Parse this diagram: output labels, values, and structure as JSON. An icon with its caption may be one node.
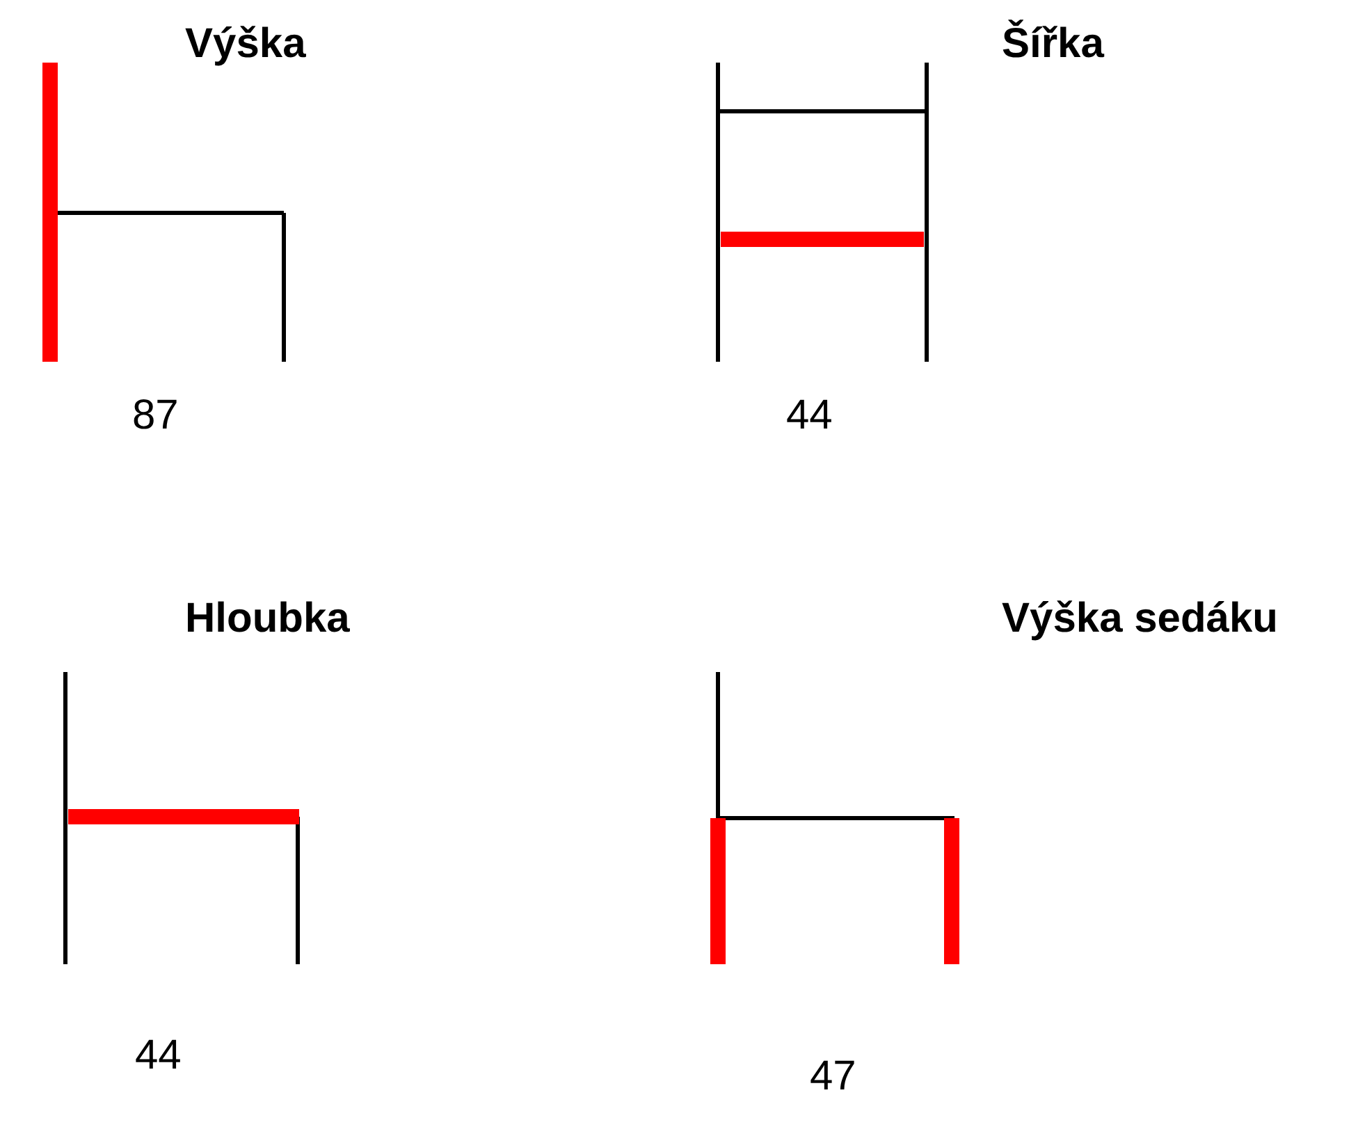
{
  "diagram": {
    "labels": [
      "Výška",
      "Šířka",
      "87",
      "44",
      "Hloubka",
      "Výška sedáku",
      "44",
      "47"
    ]
  }
}
